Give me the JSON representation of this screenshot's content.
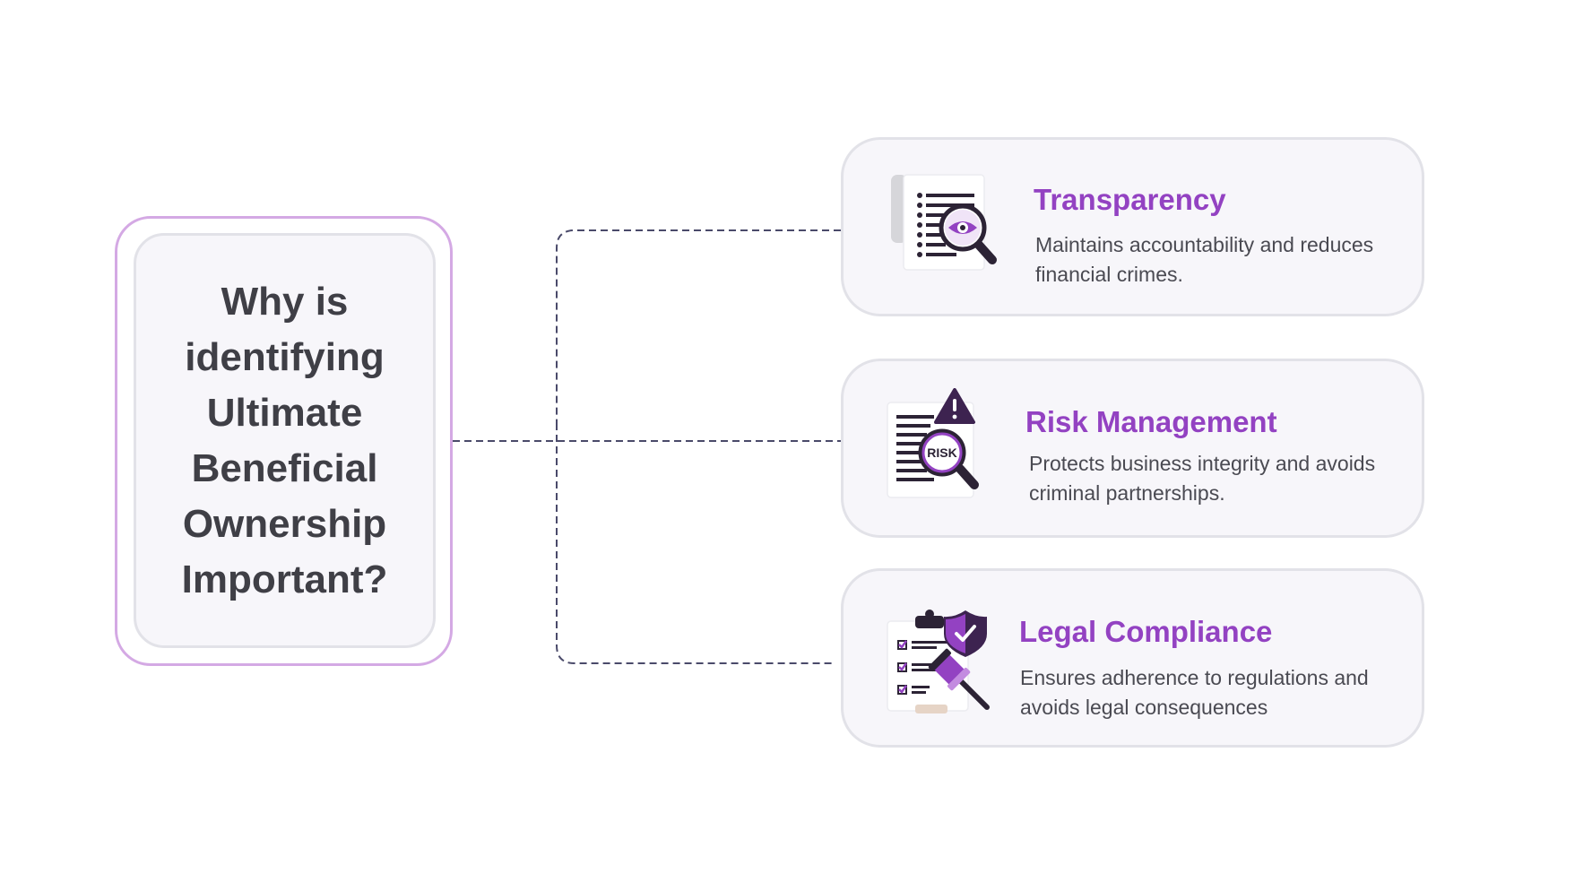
{
  "question": {
    "title": "Why is identifying Ultimate Beneficial Ownership Important?"
  },
  "benefits": [
    {
      "title": "Transparency",
      "description": "Maintains accountability and reduces financial crimes.",
      "icon": "document-search-eye-icon"
    },
    {
      "title": "Risk Management",
      "description": "Protects business integrity and avoids criminal partnerships.",
      "icon": "risk-magnifier-warning-icon",
      "icon_text": "RISK"
    },
    {
      "title": "Legal Compliance",
      "description": "Ensures adherence to regulations and avoids legal consequences",
      "icon": "checklist-gavel-shield-icon"
    }
  ],
  "colors": {
    "accent": "#9342c2",
    "accent_light": "#d4a9e4",
    "card_bg": "#f7f6fa",
    "card_border": "#e2e2e8",
    "title_text": "#3f3f46",
    "body_text": "#4a4a52",
    "connector": "#4a4a6a"
  }
}
